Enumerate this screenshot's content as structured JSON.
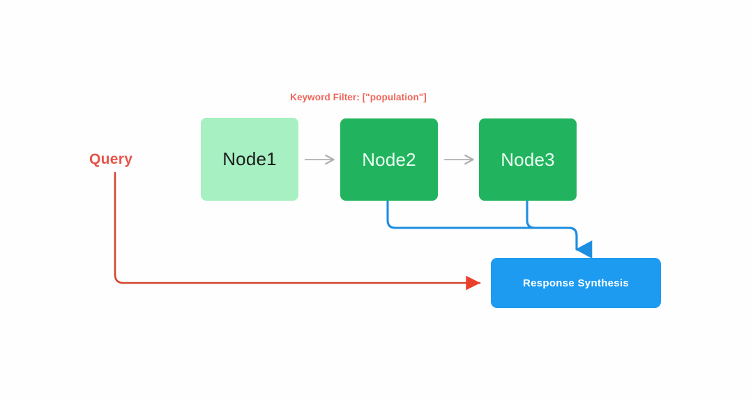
{
  "diagram": {
    "title_annotation": "Keyword Filter: [\"population\"]",
    "query_label": "Query",
    "nodes": [
      {
        "id": "node1",
        "label": "Node1",
        "state": "unfiltered",
        "fill": "#a6f0c2",
        "text_color": "#1b1b1b"
      },
      {
        "id": "node2",
        "label": "Node2",
        "state": "matched",
        "fill": "#22b35e",
        "text_color": "#eafff2"
      },
      {
        "id": "node3",
        "label": "Node3",
        "state": "matched",
        "fill": "#22b35e",
        "text_color": "#eafff2"
      }
    ],
    "output": {
      "label": "Response Synthesis",
      "fill": "#1d9bf0",
      "text_color": "#ffffff"
    },
    "connectors": {
      "node_chain_color": "#b0b0b0",
      "retrieval_color": "#1d9bf0",
      "query_color": "#d2472e"
    },
    "colors": {
      "background": "#fefefe",
      "accent_red": "#e8534a",
      "accent_green": "#22b35e",
      "accent_blue": "#1d9bf0"
    }
  }
}
